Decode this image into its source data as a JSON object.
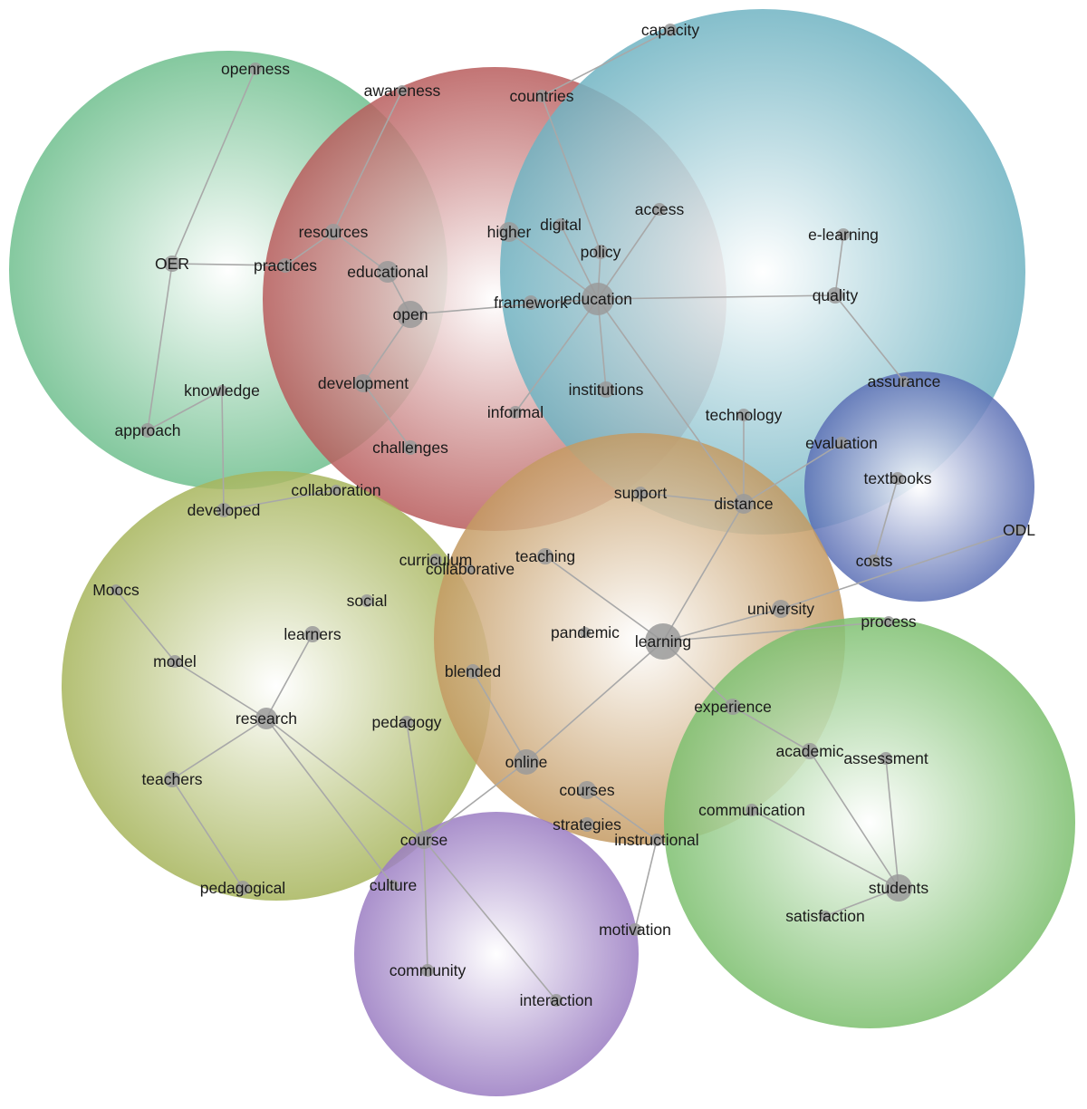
{
  "clusters": [
    {
      "id": "c-green",
      "color": "#6fbf8e"
    },
    {
      "id": "c-red",
      "color": "#b85c5c"
    },
    {
      "id": "c-blue",
      "color": "#6fb3c2"
    },
    {
      "id": "c-navy",
      "color": "#5b6fb5"
    },
    {
      "id": "c-olive",
      "color": "#a7b55c"
    },
    {
      "id": "c-tan",
      "color": "#c49a62"
    },
    {
      "id": "c-lightgreen",
      "color": "#7cbf6e"
    },
    {
      "id": "c-purple",
      "color": "#9a7cc2"
    }
  ],
  "nodes": [
    {
      "id": "openness",
      "label": "openness"
    },
    {
      "id": "capacity",
      "label": "capacity"
    },
    {
      "id": "awareness",
      "label": "awareness"
    },
    {
      "id": "countries",
      "label": "countries"
    },
    {
      "id": "resources",
      "label": "resources"
    },
    {
      "id": "OER",
      "label": "OER"
    },
    {
      "id": "practices",
      "label": "practices"
    },
    {
      "id": "educational",
      "label": "educational"
    },
    {
      "id": "higher",
      "label": "higher"
    },
    {
      "id": "digital",
      "label": "digital"
    },
    {
      "id": "access",
      "label": "access"
    },
    {
      "id": "policy",
      "label": "policy"
    },
    {
      "id": "e-learning",
      "label": "e-learning"
    },
    {
      "id": "open",
      "label": "open"
    },
    {
      "id": "framework",
      "label": "framework"
    },
    {
      "id": "education",
      "label": "education"
    },
    {
      "id": "quality",
      "label": "quality"
    },
    {
      "id": "knowledge",
      "label": "knowledge"
    },
    {
      "id": "development",
      "label": "development"
    },
    {
      "id": "institutions",
      "label": "institutions"
    },
    {
      "id": "assurance",
      "label": "assurance"
    },
    {
      "id": "approach",
      "label": "approach"
    },
    {
      "id": "informal",
      "label": "informal"
    },
    {
      "id": "technology",
      "label": "technology"
    },
    {
      "id": "challenges",
      "label": "challenges"
    },
    {
      "id": "evaluation",
      "label": "evaluation"
    },
    {
      "id": "textbooks",
      "label": "textbooks"
    },
    {
      "id": "collaboration",
      "label": "collaboration"
    },
    {
      "id": "support",
      "label": "support"
    },
    {
      "id": "distance",
      "label": "distance"
    },
    {
      "id": "developed",
      "label": "developed"
    },
    {
      "id": "ODL",
      "label": "ODL"
    },
    {
      "id": "curriculum",
      "label": "curriculum"
    },
    {
      "id": "teaching",
      "label": "teaching"
    },
    {
      "id": "collaborative",
      "label": "collaborative"
    },
    {
      "id": "costs",
      "label": "costs"
    },
    {
      "id": "Moocs",
      "label": "Moocs"
    },
    {
      "id": "social",
      "label": "social"
    },
    {
      "id": "university",
      "label": "university"
    },
    {
      "id": "process",
      "label": "process"
    },
    {
      "id": "learners",
      "label": "learners"
    },
    {
      "id": "pandemic",
      "label": "pandemic"
    },
    {
      "id": "learning",
      "label": "learning"
    },
    {
      "id": "model",
      "label": "model"
    },
    {
      "id": "blended",
      "label": "blended"
    },
    {
      "id": "experience",
      "label": "experience"
    },
    {
      "id": "research",
      "label": "research"
    },
    {
      "id": "pedagogy",
      "label": "pedagogy"
    },
    {
      "id": "academic",
      "label": "academic"
    },
    {
      "id": "assessment",
      "label": "assessment"
    },
    {
      "id": "online",
      "label": "online"
    },
    {
      "id": "teachers",
      "label": "teachers"
    },
    {
      "id": "courses",
      "label": "courses"
    },
    {
      "id": "communication",
      "label": "communication"
    },
    {
      "id": "strategies",
      "label": "strategies"
    },
    {
      "id": "course",
      "label": "course"
    },
    {
      "id": "instructional",
      "label": "instructional"
    },
    {
      "id": "culture",
      "label": "culture"
    },
    {
      "id": "students",
      "label": "students"
    },
    {
      "id": "pedagogical",
      "label": "pedagogical"
    },
    {
      "id": "satisfaction",
      "label": "satisfaction"
    },
    {
      "id": "motivation",
      "label": "motivation"
    },
    {
      "id": "community",
      "label": "community"
    },
    {
      "id": "interaction",
      "label": "interaction"
    }
  ],
  "edges": [
    [
      "openness",
      "OER"
    ],
    [
      "OER",
      "practices"
    ],
    [
      "OER",
      "approach"
    ],
    [
      "approach",
      "knowledge"
    ],
    [
      "knowledge",
      "developed"
    ],
    [
      "developed",
      "collaboration"
    ],
    [
      "awareness",
      "resources"
    ],
    [
      "resources",
      "practices"
    ],
    [
      "resources",
      "educational"
    ],
    [
      "educational",
      "open"
    ],
    [
      "open",
      "development"
    ],
    [
      "development",
      "challenges"
    ],
    [
      "open",
      "education"
    ],
    [
      "capacity",
      "countries"
    ],
    [
      "countries",
      "policy"
    ],
    [
      "higher",
      "education"
    ],
    [
      "digital",
      "education"
    ],
    [
      "access",
      "education"
    ],
    [
      "policy",
      "education"
    ],
    [
      "education",
      "quality"
    ],
    [
      "quality",
      "e-learning"
    ],
    [
      "quality",
      "assurance"
    ],
    [
      "education",
      "institutions"
    ],
    [
      "education",
      "informal"
    ],
    [
      "education",
      "distance"
    ],
    [
      "technology",
      "distance"
    ],
    [
      "support",
      "distance"
    ],
    [
      "distance",
      "evaluation"
    ],
    [
      "distance",
      "learning"
    ],
    [
      "textbooks",
      "costs"
    ],
    [
      "ODL",
      "university"
    ],
    [
      "university",
      "learning"
    ],
    [
      "teaching",
      "learning"
    ],
    [
      "learning",
      "process"
    ],
    [
      "learning",
      "experience"
    ],
    [
      "experience",
      "academic"
    ],
    [
      "learning",
      "online"
    ],
    [
      "online",
      "course"
    ],
    [
      "blended",
      "online"
    ],
    [
      "Moocs",
      "model"
    ],
    [
      "model",
      "research"
    ],
    [
      "learners",
      "research"
    ],
    [
      "research",
      "teachers"
    ],
    [
      "teachers",
      "pedagogical"
    ],
    [
      "research",
      "course"
    ],
    [
      "research",
      "culture"
    ],
    [
      "pedagogy",
      "course"
    ],
    [
      "course",
      "community"
    ],
    [
      "course",
      "interaction"
    ],
    [
      "courses",
      "instructional"
    ],
    [
      "instructional",
      "motivation"
    ],
    [
      "academic",
      "students"
    ],
    [
      "assessment",
      "students"
    ],
    [
      "communication",
      "students"
    ],
    [
      "students",
      "satisfaction"
    ]
  ]
}
